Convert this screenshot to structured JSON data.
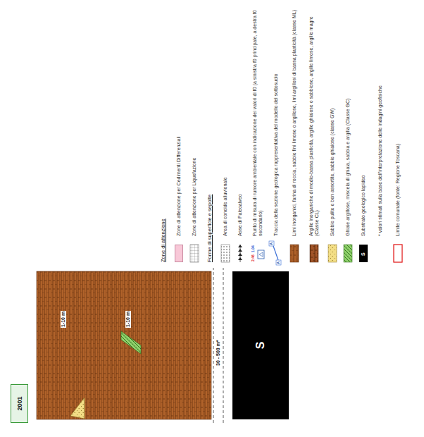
{
  "diagram": {
    "nodes": [
      {
        "text": [
          "2001"
        ]
      },
      {
        "text": [
          "S"
        ]
      }
    ],
    "labels": [
      "Zone di attenzione",
      "Forme di superficie e sepolte",
      "1-10 m",
      "1-10 m",
      "30 - 500 m*",
      "2.46",
      "1.04",
      "A",
      "A",
      "S",
      "* valori stimati sulla base dell'interpretazione delle indagini geofisiche"
    ],
    "legend": [
      {
        "text": "Zone di attenzione per Cedimenti Differenziali",
        "color": "#f8c8d8"
      },
      {
        "text": "Zone di attenzione per Liquefazione"
      },
      {
        "text": "Area di conoide alluvionale"
      },
      {
        "text": "Asse di Paleoalveo"
      },
      {
        "text": "Punto di misura di rumore ambientale con indicazione dei valori di f0 (a sinistra f0 principale, a destra f0 secondario)"
      },
      {
        "text": "Traccia della sezione geologica rappresentativa del modello del sottosuolo"
      },
      {
        "text": "Limi inorganici, farina di roccia, sabbie fini limose o argillose, limi argillosi di bassa plasticità (classe ML)"
      },
      {
        "text": "Argille inorganiche di medio-bassa plasticità, argille ghiaiose o sabbiose, argille limose, argille magre (Classe CL)"
      },
      {
        "text": "Sabbie pulite e ben assortite, sabbie ghiaiose (classe GW)"
      },
      {
        "text": "Ghiaie argillose, miscela di ghiaia, sabbia e argilla (Classe GC)"
      },
      {
        "text": "Substrato geologico lapideo"
      },
      {
        "text": "Limite comunale (fonte: Regione Toscana)"
      }
    ]
  }
}
